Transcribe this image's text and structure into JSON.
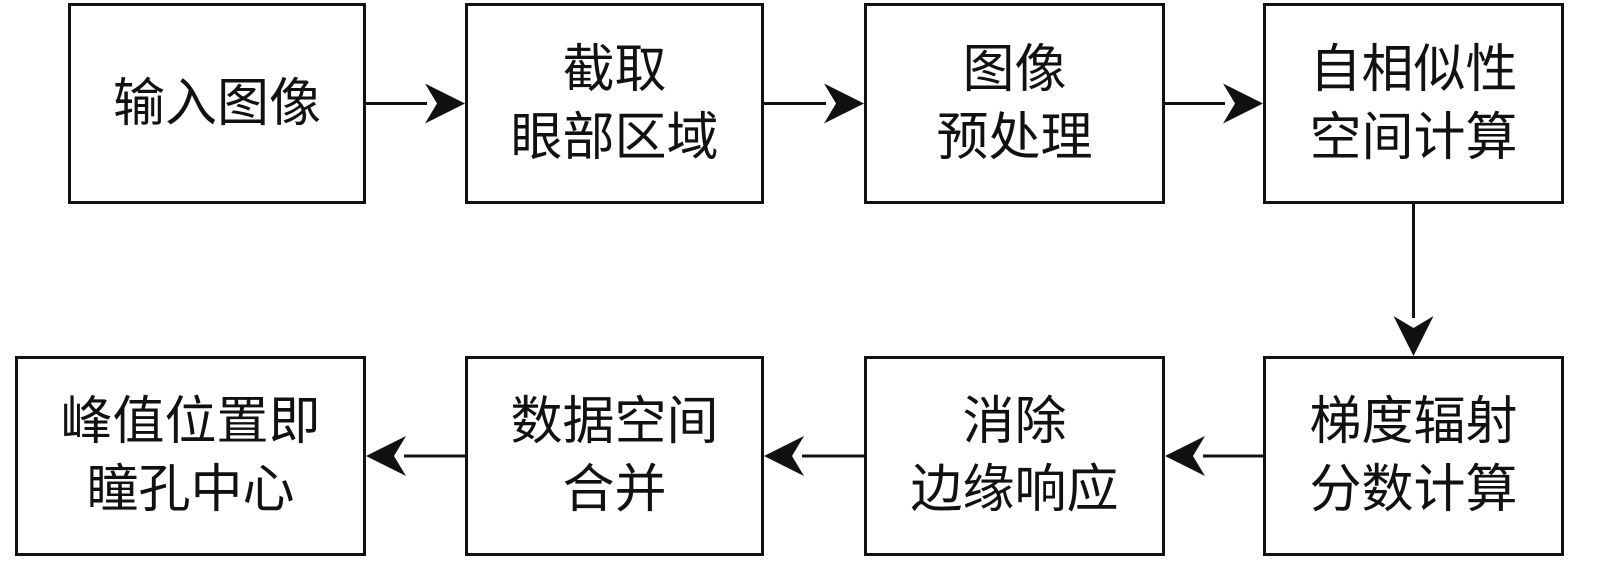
{
  "diagram": {
    "nodes": [
      {
        "id": "b1",
        "lines": [
          "输入图像"
        ]
      },
      {
        "id": "b2",
        "lines": [
          "截取",
          "眼部区域"
        ]
      },
      {
        "id": "b3",
        "lines": [
          "图像",
          "预处理"
        ]
      },
      {
        "id": "b4",
        "lines": [
          "自相似性",
          "空间计算"
        ]
      },
      {
        "id": "b5",
        "lines": [
          "梯度辐射",
          "分数计算"
        ]
      },
      {
        "id": "b6",
        "lines": [
          "消除",
          "边缘响应"
        ]
      },
      {
        "id": "b7",
        "lines": [
          "数据空间",
          "合并"
        ]
      },
      {
        "id": "b8",
        "lines": [
          "峰值位置即",
          "瞳孔中心"
        ]
      }
    ],
    "edges": [
      {
        "from": "b1",
        "to": "b2"
      },
      {
        "from": "b2",
        "to": "b3"
      },
      {
        "from": "b3",
        "to": "b4"
      },
      {
        "from": "b4",
        "to": "b5"
      },
      {
        "from": "b5",
        "to": "b6"
      },
      {
        "from": "b6",
        "to": "b7"
      },
      {
        "from": "b7",
        "to": "b8"
      }
    ],
    "colors": {
      "stroke": "#111111",
      "fill": "#ffffff"
    }
  }
}
